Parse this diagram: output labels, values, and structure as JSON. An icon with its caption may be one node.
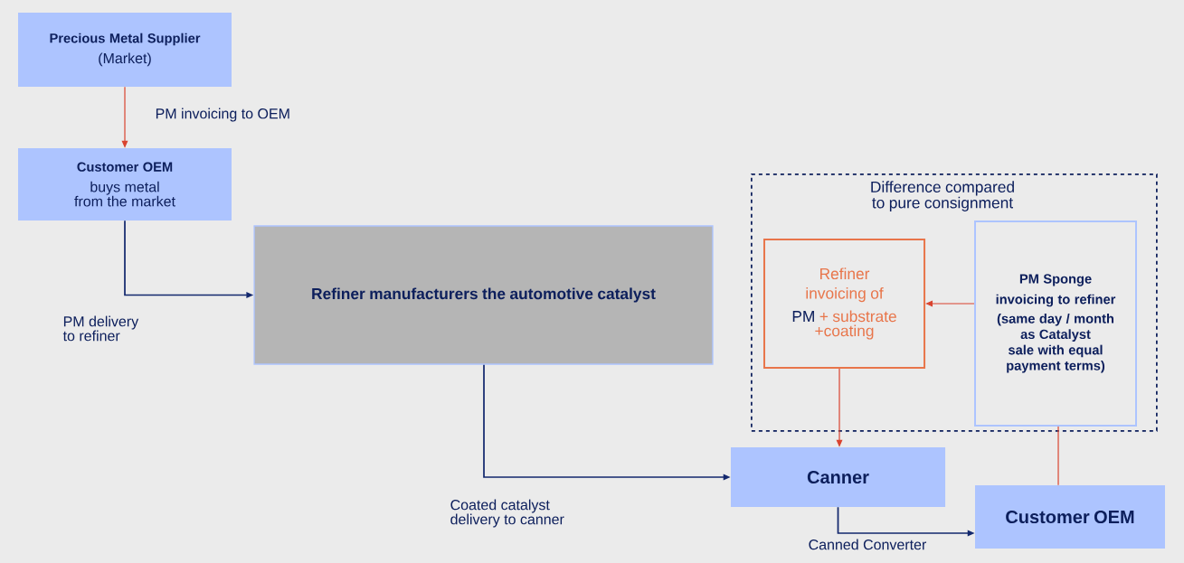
{
  "diagram": {
    "nodes": [
      {
        "text": [
          "Precious Metal Supplier",
          "(Market)"
        ]
      },
      {
        "text": [
          "Customer OEM",
          "buys metal from the market"
        ]
      },
      {
        "text": [
          "Refiner manufacturers the automotive catalyst"
        ]
      },
      {
        "text": [
          "Difference compared to pure consignment"
        ]
      },
      {
        "text": [
          "Refiner invoicing of",
          "PM",
          "+ substrate +coating"
        ],
        "in": 3
      },
      {
        "text": [
          "PM Sponge invoicing to refiner",
          "(same day / month as Catalyst sale with equal payment terms)"
        ],
        "in": 3
      },
      {
        "text": [
          "Canner"
        ]
      },
      {
        "text": [
          "Customer OEM"
        ]
      }
    ],
    "edges": [
      {
        "from": 0,
        "to": 1,
        "arrow": "to",
        "label": "PM invoicing to OEM",
        "color": "#d9432f"
      },
      {
        "from": 1,
        "to": 2,
        "arrow": "to",
        "label": "PM delivery to refiner",
        "color": "#13286e"
      },
      {
        "from": 2,
        "to": 6,
        "arrow": "to",
        "label": "Coated catalyst delivery to canner",
        "color": "#13286e"
      },
      {
        "from": 5,
        "to": 4,
        "arrow": "to",
        "color": "#d9432f"
      },
      {
        "from": 4,
        "to": 6,
        "arrow": "to",
        "color": "#d9432f"
      },
      {
        "from": 6,
        "to": 7,
        "arrow": "to",
        "label": "Canned Converter",
        "color": "#13286e"
      },
      {
        "from": 5,
        "to": 7,
        "arrow": "none",
        "color": "#d9432f"
      }
    ]
  }
}
